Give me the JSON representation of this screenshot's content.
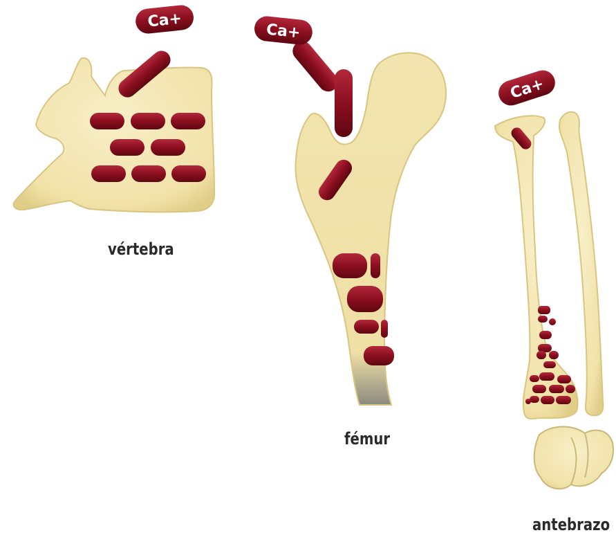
{
  "labels": {
    "vertebra": "vértebra",
    "femur": "fémur",
    "antebrazo": "antebrazo"
  },
  "ion": {
    "label": "Ca+"
  },
  "colors": {
    "bone": "#f3e6b2",
    "bone_shadow": "#c9b87a",
    "deposit": "#8b0f1f",
    "deposit_highlight": "#c23a4c",
    "label_text": "#2a2a2a"
  }
}
